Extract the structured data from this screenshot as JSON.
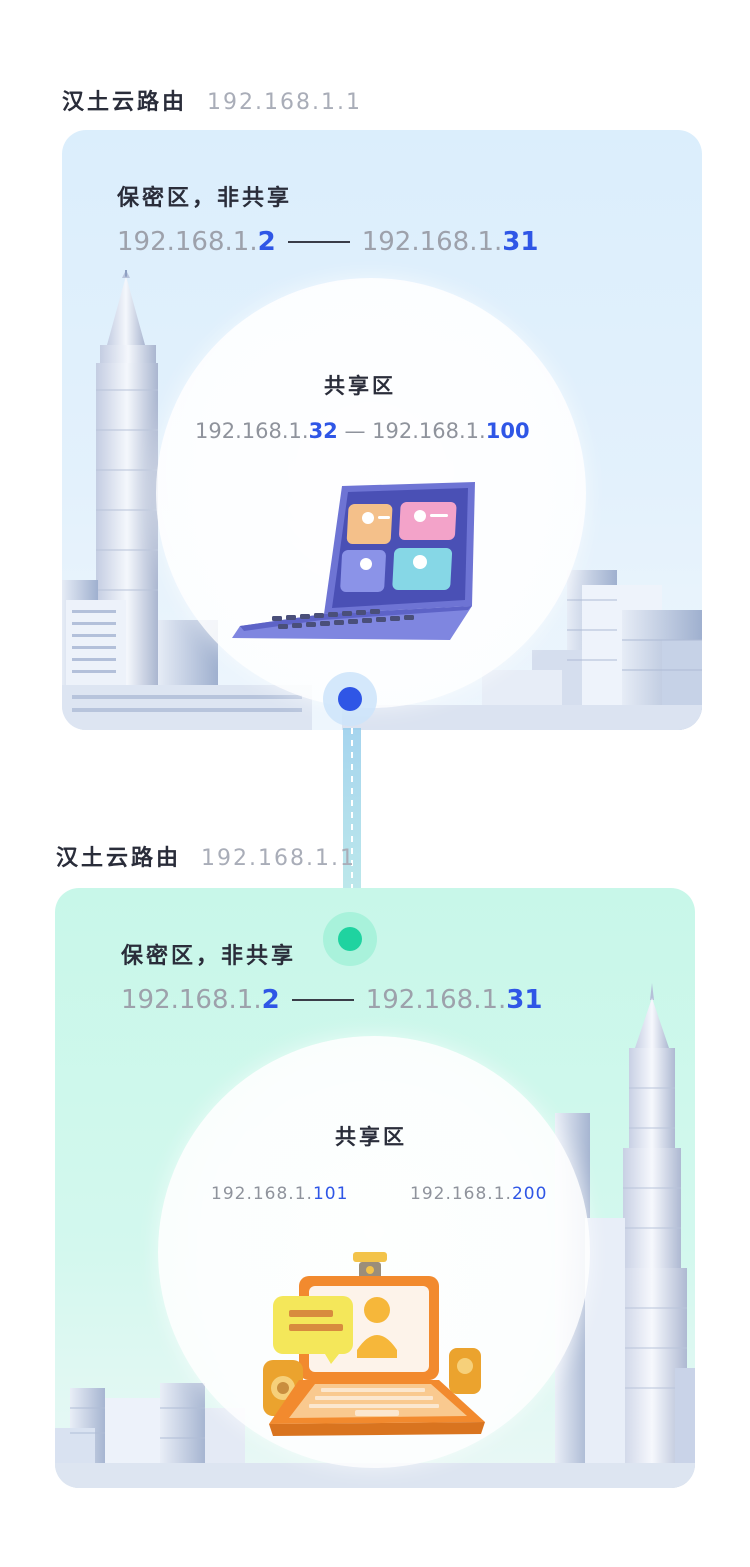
{
  "section1": {
    "router_name": "汉土云路由",
    "router_ip": "192.168.1.1",
    "private_title": "保密区，非共享",
    "private_start_prefix": "192.168.1.",
    "private_start_host": "2",
    "private_end_prefix": "192.168.1.",
    "private_end_host": "31",
    "shared_title": "共享区",
    "shared_start_prefix": "192.168.1.",
    "shared_start_host": "32",
    "shared_sep": " — ",
    "shared_end_prefix": "192.168.1.",
    "shared_end_host": "100"
  },
  "section2": {
    "router_name": "汉土云路由",
    "router_ip": "192.168.1.1",
    "private_title": "保密区，非共享",
    "private_start_prefix": "192.168.1.",
    "private_start_host": "2",
    "private_end_prefix": "192.168.1.",
    "private_end_host": "31",
    "shared_title": "共享区",
    "shared_a_prefix": "192.168.1.",
    "shared_a_host": "101",
    "shared_b_prefix": "192.168.1.",
    "shared_b_host": "200"
  },
  "colors": {
    "accent_blue": "#2f56e6",
    "accent_green": "#1fd3a0",
    "card1_bg": "#dbeefc",
    "card2_bg": "#c8f7e9"
  }
}
